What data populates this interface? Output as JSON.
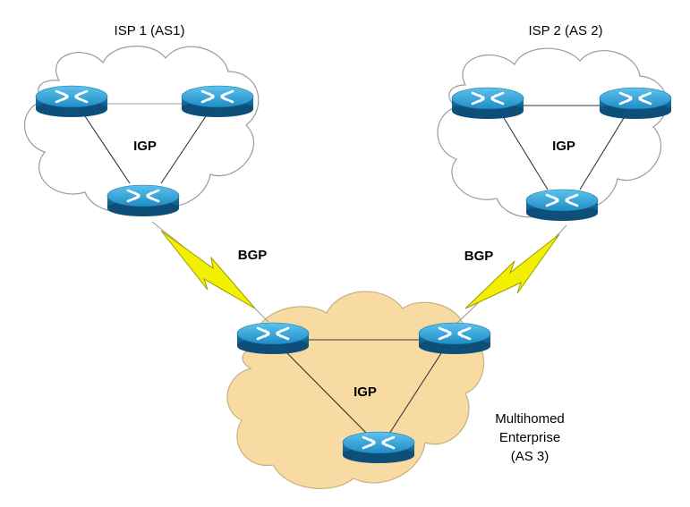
{
  "clouds": {
    "isp1": {
      "title": "ISP 1 (AS1)",
      "protocol": "IGP",
      "fill": "#ffffff",
      "stroke": "#9b9b9b"
    },
    "isp2": {
      "title": "ISP 2 (AS 2)",
      "protocol": "IGP",
      "fill": "#ffffff",
      "stroke": "#9b9b9b"
    },
    "enterprise": {
      "title_lines": [
        "Multihomed",
        "Enterprise",
        "(AS 3)"
      ],
      "protocol": "IGP",
      "fill": "#f7dba2",
      "stroke": "#c8b080"
    }
  },
  "links": {
    "bgp_left_label": "BGP",
    "bgp_right_label": "BGP",
    "bgp_color": "#f2f000",
    "bgp_stroke": "#9a9a00"
  },
  "router": {
    "icon": "router-icon",
    "top_color": "#2e9fd6",
    "side_color": "#156c9e",
    "arrow_color": "#ffffff"
  }
}
